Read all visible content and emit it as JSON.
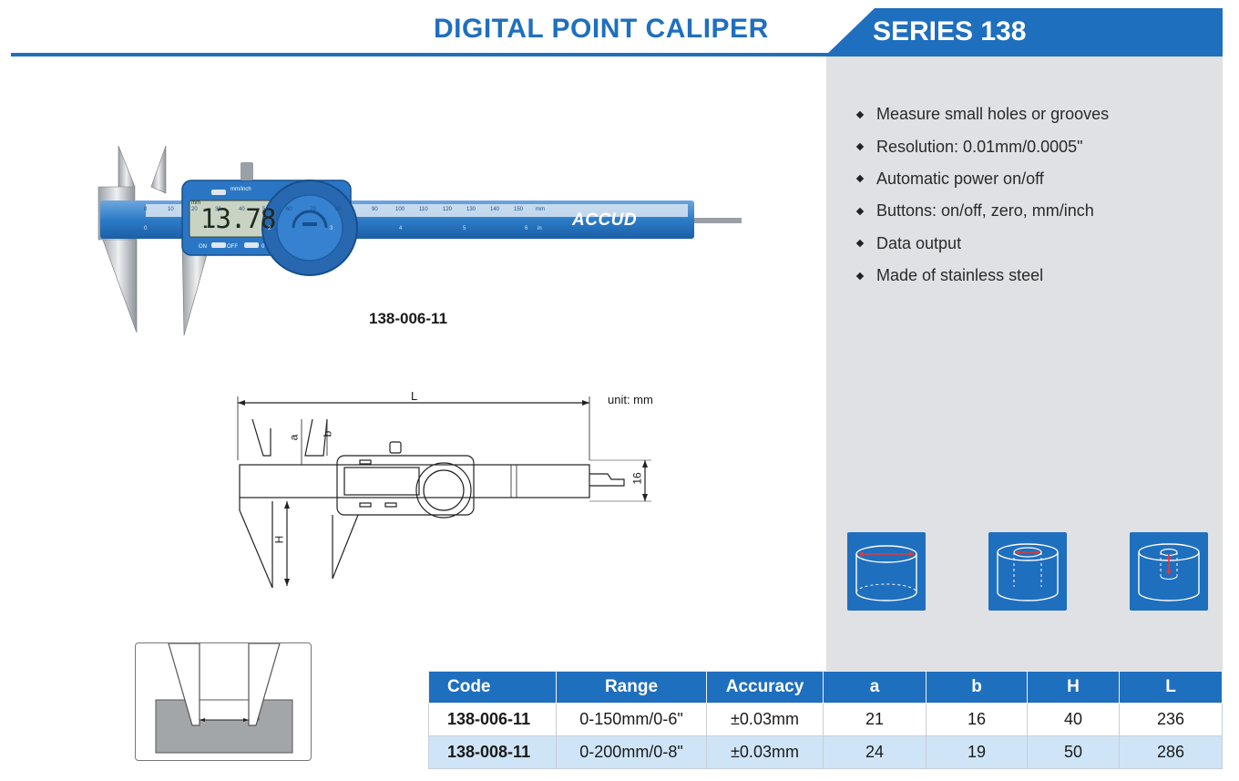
{
  "header": {
    "title": "DIGITAL POINT CALIPER",
    "series": "SERIES 138"
  },
  "features": [
    "Measure small holes or grooves",
    "Resolution: 0.01mm/0.0005\"",
    "Automatic power on/off",
    "Buttons: on/off, zero, mm/inch",
    "Data output",
    "Made of stainless steel"
  ],
  "product": {
    "model": "138-006-11",
    "brand": "ACCUD",
    "display_reading": "13.78",
    "display_unit": "mm",
    "display_mode": "mm/inch",
    "button_on": "ON",
    "button_off": "OFF",
    "button_zero": "0",
    "scale_ticks": [
      "0",
      "10",
      "20",
      "30",
      "40",
      "50",
      "60",
      "70",
      "80",
      "90",
      "100",
      "110",
      "120",
      "130",
      "140",
      "150"
    ],
    "inch_ticks": [
      "0",
      "1",
      "2",
      "3",
      "4",
      "5",
      "6"
    ],
    "inch_unit": "in"
  },
  "diagram": {
    "unit": "unit: mm",
    "label_L": "L",
    "label_a": "a",
    "label_b": "b",
    "label_H": "H",
    "label_16": "16"
  },
  "table": {
    "headers": [
      "Code",
      "Range",
      "Accuracy",
      "a",
      "b",
      "H",
      "L"
    ],
    "rows": [
      [
        "138-006-11",
        "0-150mm/0-6\"",
        "±0.03mm",
        "21",
        "16",
        "40",
        "236"
      ],
      [
        "138-008-11",
        "0-200mm/0-8\"",
        "±0.03mm",
        "24",
        "19",
        "50",
        "286"
      ]
    ]
  },
  "colors": {
    "accent": "#1f6fbf",
    "panel": "#dfe1e4",
    "row_alt": "#cfe5f7"
  }
}
